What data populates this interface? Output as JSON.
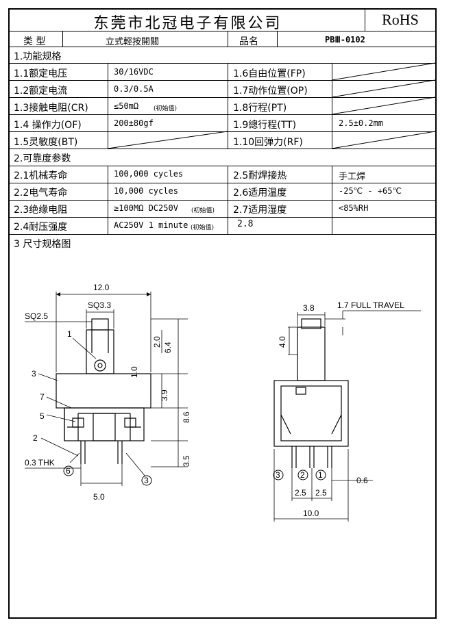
{
  "header": {
    "company": "东莞市北冠电子有限公司",
    "rohs": "RoHS"
  },
  "info_row": {
    "type_label": "类 型",
    "type_value": "立式輕按開關",
    "name_label": "品名",
    "name_value": "PBⅢ-0102"
  },
  "section1": {
    "title": "1.功能规格"
  },
  "specs1": [
    {
      "left_label": "1.1额定电压",
      "left_value": "30/16VDC",
      "right_label": "1.6自由位置(FP)",
      "right_value": ""
    },
    {
      "left_label": "1.2额定电流",
      "left_value": "0.3/0.5A",
      "right_label": "1.7动作位置(OP)",
      "right_value": ""
    },
    {
      "left_label": "1.3接触电阻(CR)",
      "left_value": "≤50mΩ",
      "left_note": "(初始值)",
      "right_label": "1.8行程(PT)",
      "right_value": ""
    },
    {
      "left_label": "1.4 操作力(OF)",
      "left_value": "200±80gf",
      "right_label": "1.9總行程(TT)",
      "right_value": "2.5±0.2mm"
    },
    {
      "left_label": "1.5灵敏度(BT)",
      "left_value": "",
      "right_label": "1.10回弹力(RF)",
      "right_value": ""
    }
  ],
  "section2": {
    "title": "2.可靠度参数"
  },
  "specs2": [
    {
      "left_label": "2.1机械寿命",
      "left_value": "100,000 cycles",
      "right_label": "2.5耐焊接热",
      "right_value": "手工焊"
    },
    {
      "left_label": "2.2电气寿命",
      "left_value": "10,000 cycles",
      "right_label": "2.6适用温度",
      "right_value": "-25℃ - +65℃"
    },
    {
      "left_label": "2.3绝缘电阻",
      "left_value": "≥100MΩ DC250V",
      "left_note": "(初始值)",
      "right_label": "2.7适用湿度",
      "right_value": "<85%RH"
    },
    {
      "left_label": "2.4耐压强度",
      "left_value": "AC250V 1 minute",
      "left_note": "(初始值)",
      "right_label": "2.8",
      "right_value": ""
    }
  ],
  "section3": {
    "title": "3 尺寸规格图"
  },
  "drawing": {
    "dims": {
      "width_12": "12.0",
      "sq33": "SQ3.3",
      "sq25": "SQ2.5",
      "d20": "2.0",
      "d64": "6.4",
      "d10": "1.0",
      "d39": "3.9",
      "d86": "8.6",
      "d35": "3.5",
      "thk": "0.3 THK",
      "d50": "5.0",
      "d38": "3.8",
      "full_travel": "1.7 FULL TRAVEL",
      "d40": "4.0",
      "d06": "0.6",
      "d25a": "2.5",
      "d25b": "2.5",
      "d100": "10.0"
    },
    "callouts": [
      "1",
      "3",
      "7",
      "5",
      "2",
      "6",
      "3"
    ],
    "pins": [
      "3",
      "2",
      "1"
    ]
  }
}
